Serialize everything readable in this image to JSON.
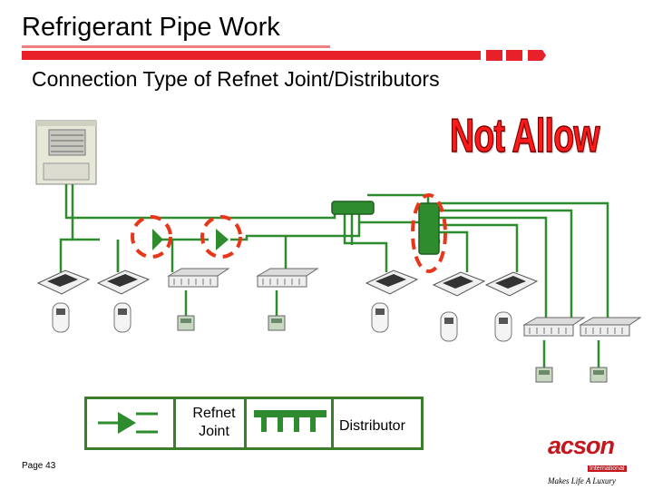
{
  "header": {
    "title": "Refrigerant Pipe Work",
    "subtitle": "Connection Type of Refnet Joint/Distributors",
    "warning": "Not Allow"
  },
  "legend": {
    "refnet_label": "Refnet Joint",
    "distributor_label": "Distributor"
  },
  "footer": {
    "page_label": "Page 43",
    "brand": "acson",
    "brand_sub": "International",
    "tagline": "Makes Life A Luxury"
  },
  "colors": {
    "pipe": "#2e8b2e",
    "header_bar": "#e8202a",
    "highlight": "#e8361a",
    "brand": "#c4161c"
  },
  "icons": {
    "outdoor_unit": "outdoor-unit-icon",
    "cassette": "cassette-unit-icon",
    "duct": "ducted-unit-icon",
    "remote": "remote-control-icon",
    "wall_controller": "wired-controller-icon"
  }
}
